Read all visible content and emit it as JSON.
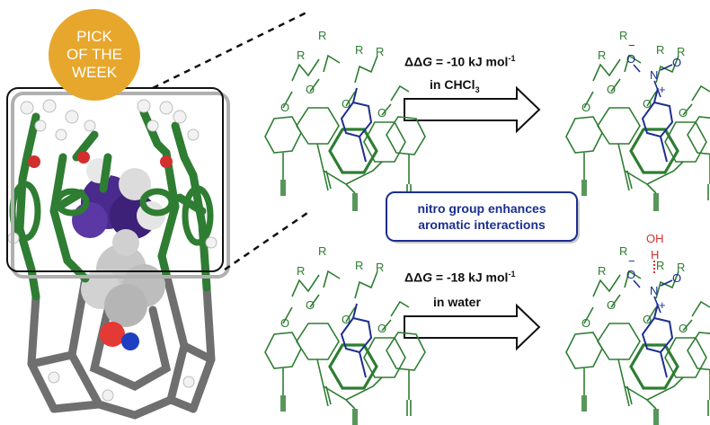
{
  "badge": {
    "line1": "PICK",
    "line2": "OF THE",
    "line3": "WEEK"
  },
  "top_reaction": {
    "delta_g": "ΔΔG = -10 kJ mol-1",
    "dg_prefix": "ΔΔ",
    "dg_italic": "G",
    "dg_value": " = -10 kJ mol",
    "dg_sup": "-1",
    "solvent": "in CHCl3",
    "solvent_main": "in CHCl",
    "solvent_sub": "3"
  },
  "bottom_reaction": {
    "dg_prefix": "ΔΔ",
    "dg_italic": "G",
    "dg_value": " = -18 kJ mol",
    "dg_sup": "-1",
    "solvent_main": "in water"
  },
  "callout": {
    "line1": "nitro group enhances",
    "line2": "aromatic interactions"
  },
  "structure_labels": {
    "R": "R",
    "O": "O",
    "N": "N",
    "H": "H",
    "OH": "OH",
    "plus": "+",
    "minus": "−"
  },
  "colors": {
    "green": "#2e7d32",
    "navy": "#1c2f8f",
    "red": "#d32f2f",
    "badge": "#e7a72c",
    "purple": "#4a2a8c"
  }
}
